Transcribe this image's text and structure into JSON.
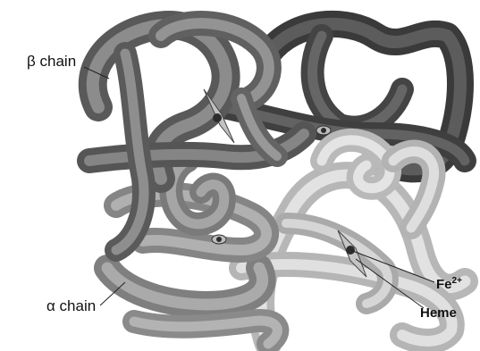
{
  "labels": {
    "beta_chain": "β chain",
    "alpha_chain": "α chain",
    "iron": "Fe",
    "iron_charge": "2+",
    "heme": "Heme"
  },
  "colors": {
    "beta_dark": "#4a4a4a",
    "beta_mid": "#6f6f6f",
    "alpha_mid": "#9a9a9a",
    "alpha_light": "#cfcfcf",
    "heme_disc": "#bdbdbd",
    "iron": "#2c2c2c",
    "leader_line": "#222222"
  },
  "icons": [
    "hemoglobin-ribbon-structure",
    "heme-group",
    "iron-atom"
  ]
}
